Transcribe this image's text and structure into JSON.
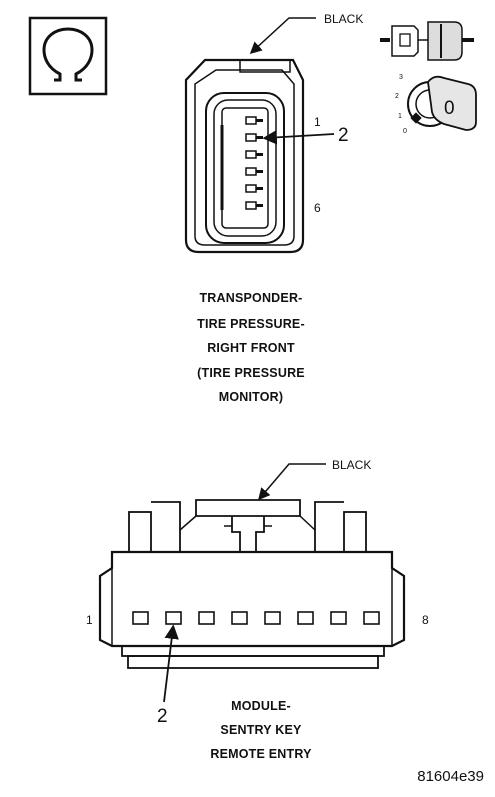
{
  "connector_top": {
    "color_label": "BLACK",
    "pin_first": "1",
    "pin_last": "6",
    "callout": "2",
    "caption_lines": [
      "TRANSPONDER-",
      "TIRE PRESSURE-",
      "RIGHT FRONT",
      "(TIRE PRESSURE",
      "MONITOR)"
    ],
    "ohm_icon": "ohm-symbol-icon",
    "view_icon": "connector-view-icon",
    "key_icon": "ignition-key-icon",
    "key_positions": [
      "3",
      "2",
      "1",
      "0"
    ],
    "key_face": "0"
  },
  "connector_bottom": {
    "color_label": "BLACK",
    "pin_first": "1",
    "pin_last": "8",
    "callout": "2",
    "caption_lines": [
      "MODULE-",
      "SENTRY KEY",
      "REMOTE ENTRY"
    ]
  },
  "figure_id": "81604e39"
}
